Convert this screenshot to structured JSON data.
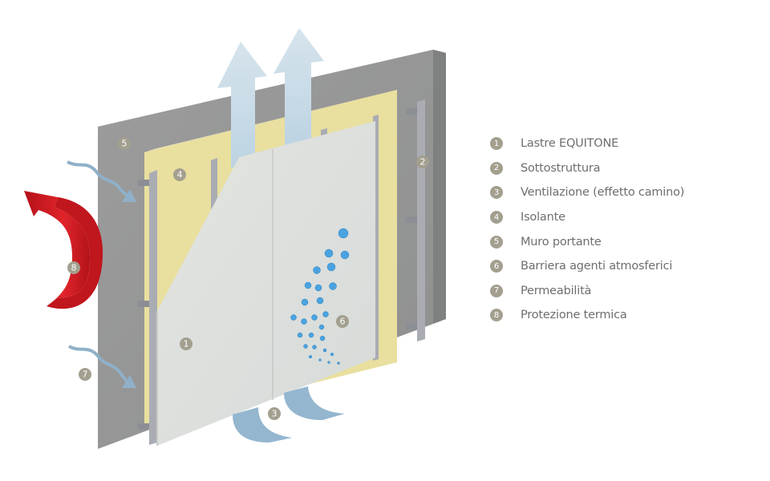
{
  "diagram": {
    "callouts": {
      "c1": "1",
      "c2": "2",
      "c3": "3",
      "c4": "4",
      "c5": "5",
      "c6": "6",
      "c7": "7",
      "c8": "8"
    },
    "colors": {
      "wall": "#9a9a9a",
      "insulation": "#ece3a6",
      "panel": "#dfe1dd",
      "rail": "#a9adb3",
      "air": "#bcd3e2",
      "heat": "#cc1a1f",
      "badge": "#a39f8f",
      "water": "#4aa3e0"
    }
  },
  "legend": {
    "items": [
      {
        "num": "1",
        "label": "Lastre EQUITONE"
      },
      {
        "num": "2",
        "label": "Sottostruttura"
      },
      {
        "num": "3",
        "label": "Ventilazione (effetto camino)"
      },
      {
        "num": "4",
        "label": "Isolante"
      },
      {
        "num": "5",
        "label": "Muro portante"
      },
      {
        "num": "6",
        "label": "Barriera agenti atmosferici"
      },
      {
        "num": "7",
        "label": "Permeabilità"
      },
      {
        "num": "8",
        "label": "Protezione termica"
      }
    ]
  }
}
